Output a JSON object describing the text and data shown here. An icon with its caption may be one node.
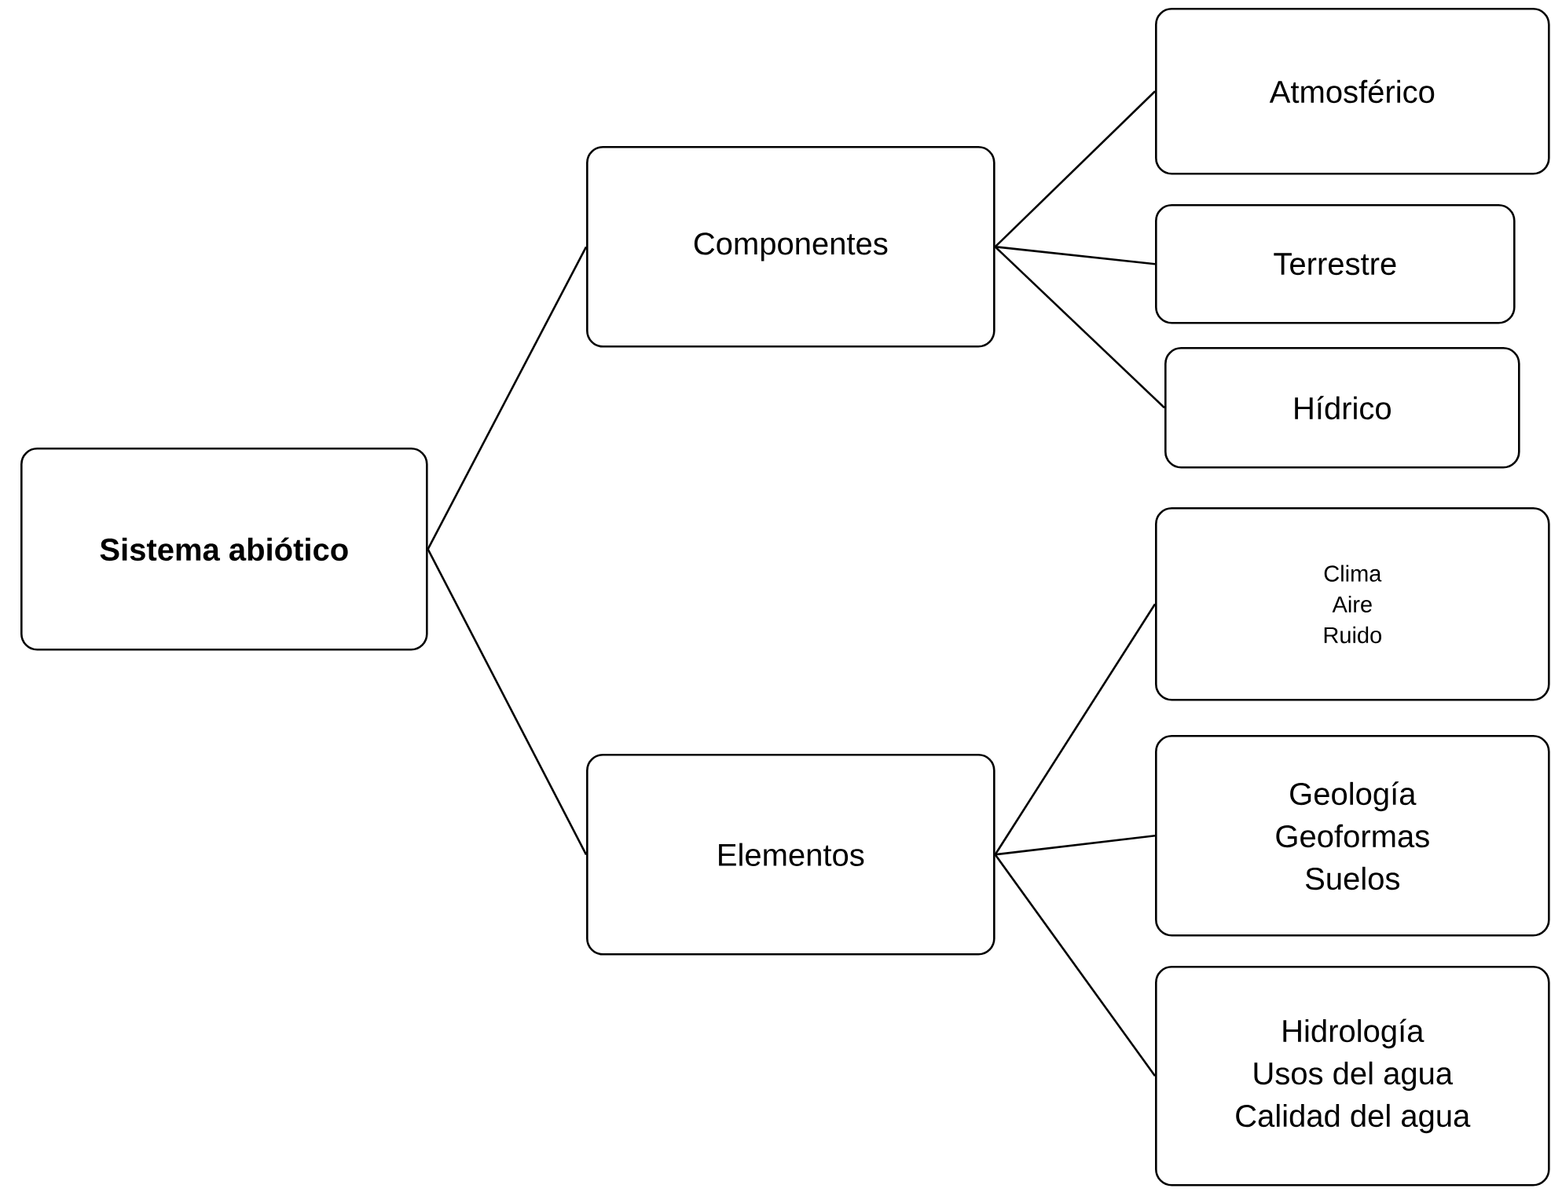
{
  "diagram": {
    "nodes": [
      {
        "text": [
          "Sistema abiótico"
        ]
      },
      {
        "text": [
          "Componentes"
        ]
      },
      {
        "text": [
          "Elementos"
        ]
      },
      {
        "text": [
          "Atmosférico"
        ]
      },
      {
        "text": [
          "Terrestre"
        ]
      },
      {
        "text": [
          "Hídrico"
        ]
      },
      {
        "text": [
          "Clima",
          "Aire",
          "Ruido"
        ]
      },
      {
        "text": [
          "Geología",
          "Geoformas",
          "Suelos"
        ]
      },
      {
        "text": [
          "Hidrología",
          "Usos del agua",
          "Calidad del agua"
        ]
      }
    ],
    "edges": [
      {
        "from": 0,
        "to": 1,
        "arrow": "none"
      },
      {
        "from": 0,
        "to": 2,
        "arrow": "none"
      },
      {
        "from": 1,
        "to": 3,
        "arrow": "none"
      },
      {
        "from": 1,
        "to": 4,
        "arrow": "none"
      },
      {
        "from": 1,
        "to": 5,
        "arrow": "none"
      },
      {
        "from": 2,
        "to": 6,
        "arrow": "none"
      },
      {
        "from": 2,
        "to": 7,
        "arrow": "none"
      },
      {
        "from": 2,
        "to": 8,
        "arrow": "none"
      }
    ]
  }
}
